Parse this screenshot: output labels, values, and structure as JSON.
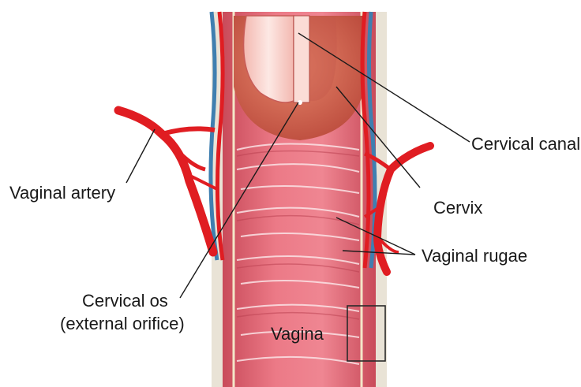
{
  "labels": {
    "cervical_canal": "Cervical canal",
    "cervix": "Cervix",
    "vaginal_artery": "Vaginal artery",
    "vaginal_rugae": "Vaginal rugae",
    "cervical_os_line1": "Cervical os",
    "cervical_os_line2": "(external orifice)",
    "vagina": "Vagina"
  },
  "colors": {
    "artery": "#e01d22",
    "vein": "#3f7fb0",
    "vaginal_wall": "#e36a78",
    "rugae_highlight": "#fbe3e6",
    "cervix": "#d8634e",
    "canal": "#f7cfc8",
    "leader_line": "#1a1a1a"
  },
  "icons": {
    "highlight_box": "square-outline"
  }
}
